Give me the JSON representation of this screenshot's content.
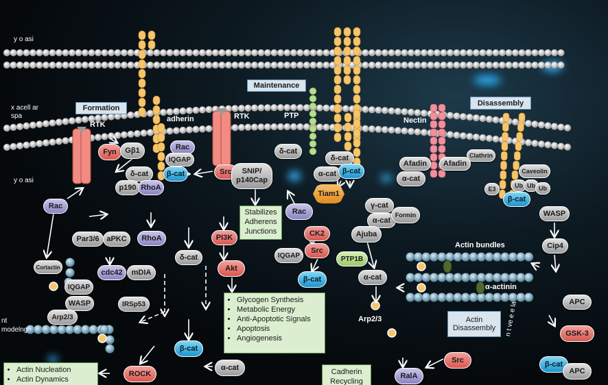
{
  "regions": {
    "cytoplasm_top": "y o asi",
    "extracellular": "x acell ar\nspa",
    "cytoplasm_mid": "y o asi",
    "remodeling": "nt\nmodelng",
    "right_vertical": "n t ve e e la"
  },
  "phase_labels": {
    "formation": "Formation",
    "maintenance": "Maintenance",
    "disassembly": "Disassembly"
  },
  "receptor_labels": {
    "rtk_left": "RTK",
    "cadherin": "adherin",
    "rtk_mid": "RTK",
    "ptp": "PTP",
    "nectin": "Nectin",
    "clathrin": "Clathrin",
    "caveolin": "Caveolin"
  },
  "nodes": {
    "fyn": "Fyn",
    "gb1": "Gβ1",
    "rac_top": "Rac",
    "iqgap_top": "IQGAP",
    "bcat_top": "β-cat",
    "dcat_left": "δ-cat",
    "p190": "p190",
    "rhoa_left": "RhoA",
    "src_top": "Src",
    "snip": "SNIP/\np140Cap",
    "dcat_mid": "δ-cat",
    "dcat_ptp": "δ-cat",
    "acat_ptp": "α-cat",
    "bcat_ptp": "β-cat",
    "tiam1": "Tiam1",
    "afadin1": "Afadin",
    "afadin2": "Afadin",
    "acat_afadin": "α-cat",
    "e3": "E3",
    "ub1": "Ub",
    "ub2": "Ub",
    "ub3": "Ub",
    "bcat_dis": "β-cat",
    "rac_left": "Rac",
    "par36": "Par3/6",
    "apkc": "aPKC",
    "rhoa_mid": "RhoA",
    "cdc42": "cdc42",
    "mdia": "mDIA",
    "irsp53": "IRSp53",
    "cortactin": "Cortactin",
    "iqgap_left": "IQGAP",
    "wasp_left": "WASP",
    "arp23_left": "Arp2/3",
    "pi3k": "PI3K",
    "dcat_cyto": "δ-cat",
    "akt": "Akt",
    "rac_mid": "Rac",
    "ck2": "CK2",
    "iqgap_mid": "IQGAP",
    "src_mid": "Src",
    "bcat_mid": "β-cat",
    "gcat": "γ-cat",
    "acat_mid": "α-cat",
    "formin": "Formin",
    "ajuba": "Ajuba",
    "ptp1b": "PTP1B",
    "acat_low": "α-cat",
    "arp23_mid": "Arp2/3",
    "wasp_right": "WASP",
    "cip4": "Cip4",
    "apc1": "APC",
    "gsk3": "GSK-3",
    "bcat_right": "β-cat",
    "apc2": "APC",
    "bcat_low": "β-cat",
    "acat_bottom": "α-cat",
    "rock": "ROCK",
    "src_bottom": "Src",
    "rala": "RalA"
  },
  "actin": {
    "bundles": "Actin bundles",
    "actinin": "α-actinin",
    "alpha": "α"
  },
  "boxes": {
    "stabilizes": "Stabilizes\nAdherens\nJunctions",
    "actin_dis": "Actin\nDisassembly",
    "cadherin_recycling": "Cadherin\nRecycling"
  },
  "outcomes": [
    "Glycogen Synthesis",
    "Metabolic Energy",
    "Anti-Apoptotic Signals",
    "Apoptosis",
    "Angiogenesis"
  ],
  "actin_outcomes": [
    "Actin Nucleation",
    "Actin Dynamics"
  ],
  "colors": {
    "gray": "#c8c8c8",
    "pink": "#e5736c",
    "purple": "#a9a4d8",
    "blue": "#3fb3e3",
    "green": "#b8dc8e",
    "orange": "#f0a23a",
    "receptor": "#f28b82",
    "cadherin": "#f6c56b",
    "ptp_green": "#b8dc8e",
    "bead": "#8ba7b8"
  }
}
